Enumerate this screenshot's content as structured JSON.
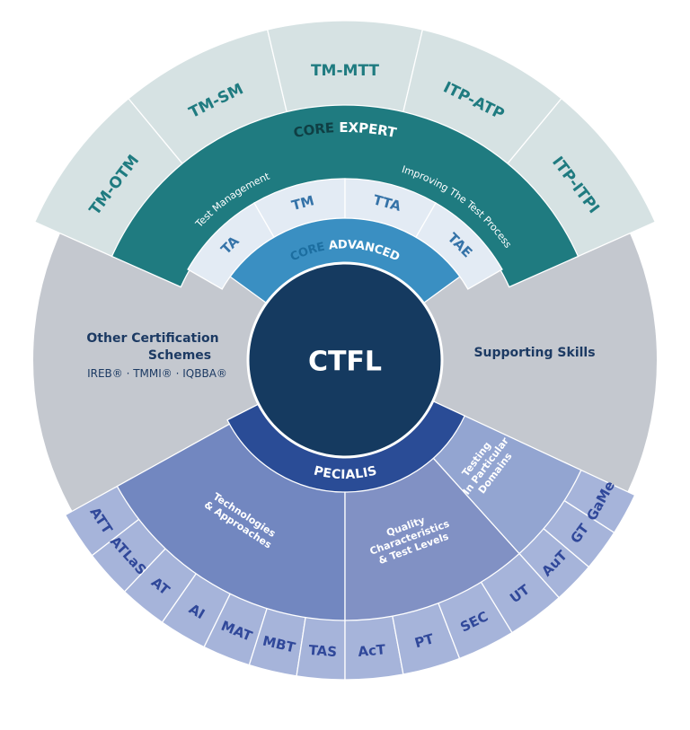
{
  "center": {
    "label": "CTFL"
  },
  "core_advanced": {
    "title_a": "CORE",
    "title_b": "ADVANCED",
    "modules": [
      "TA",
      "TM",
      "TTA",
      "TAE"
    ]
  },
  "core_expert": {
    "title_a": "CORE",
    "title_b": "EXPERT",
    "left_label": "Test Management",
    "right_label": "Improving The Test Process"
  },
  "expert_modules": [
    "TM-OTM",
    "TM-SM",
    "TM-MTT",
    "ITP-ATP",
    "ITP-ITPI"
  ],
  "other": {
    "line1": "Other Certification",
    "line2": "Schemes",
    "line3": "IREB® · TMMI® · IQBBA®"
  },
  "supporting": {
    "label": "Supporting Skills"
  },
  "specialist": {
    "title": "SPECIALIST",
    "groups": [
      {
        "lines": [
          "Technologies",
          "& Approaches"
        ]
      },
      {
        "lines": [
          "Quality",
          "Characteristics",
          "& Test Levels"
        ]
      },
      {
        "lines": [
          "Testing",
          "In Particular",
          "Domains"
        ]
      }
    ],
    "modules": [
      "ATT",
      "ATLaS",
      "AT",
      "AI",
      "MAT",
      "MBT",
      "TAS",
      "AcT",
      "PT",
      "SEC",
      "UT",
      "AuT",
      "GT",
      "GaMe"
    ]
  },
  "colors": {
    "center": "#153a60",
    "advanced": "#3a8fc2",
    "advanced_modules": "#e3ebf4",
    "expert": "#1f7b80",
    "expert_modules": "#d6e2e3",
    "expert_text": "#1f7b80",
    "grey": "#c4c8cf",
    "specialist": "#2a4c96",
    "group_tech": "#7287c0",
    "group_quality": "#8191c4",
    "group_domains": "#93a5d1",
    "outer_modules": "#a6b4da",
    "outer_text": "#30489a",
    "dark_text": "#1c3a63"
  }
}
